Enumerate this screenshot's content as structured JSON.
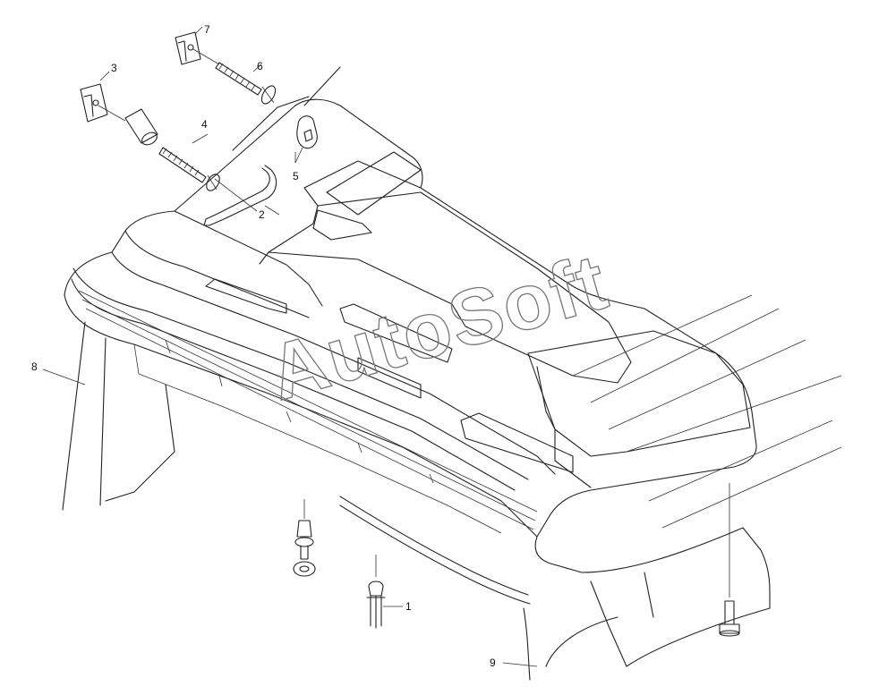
{
  "diagram": {
    "watermark": "AutoSoft",
    "callouts": [
      "1",
      "2",
      "3",
      "4",
      "5",
      "6",
      "7",
      "8",
      "9"
    ]
  }
}
